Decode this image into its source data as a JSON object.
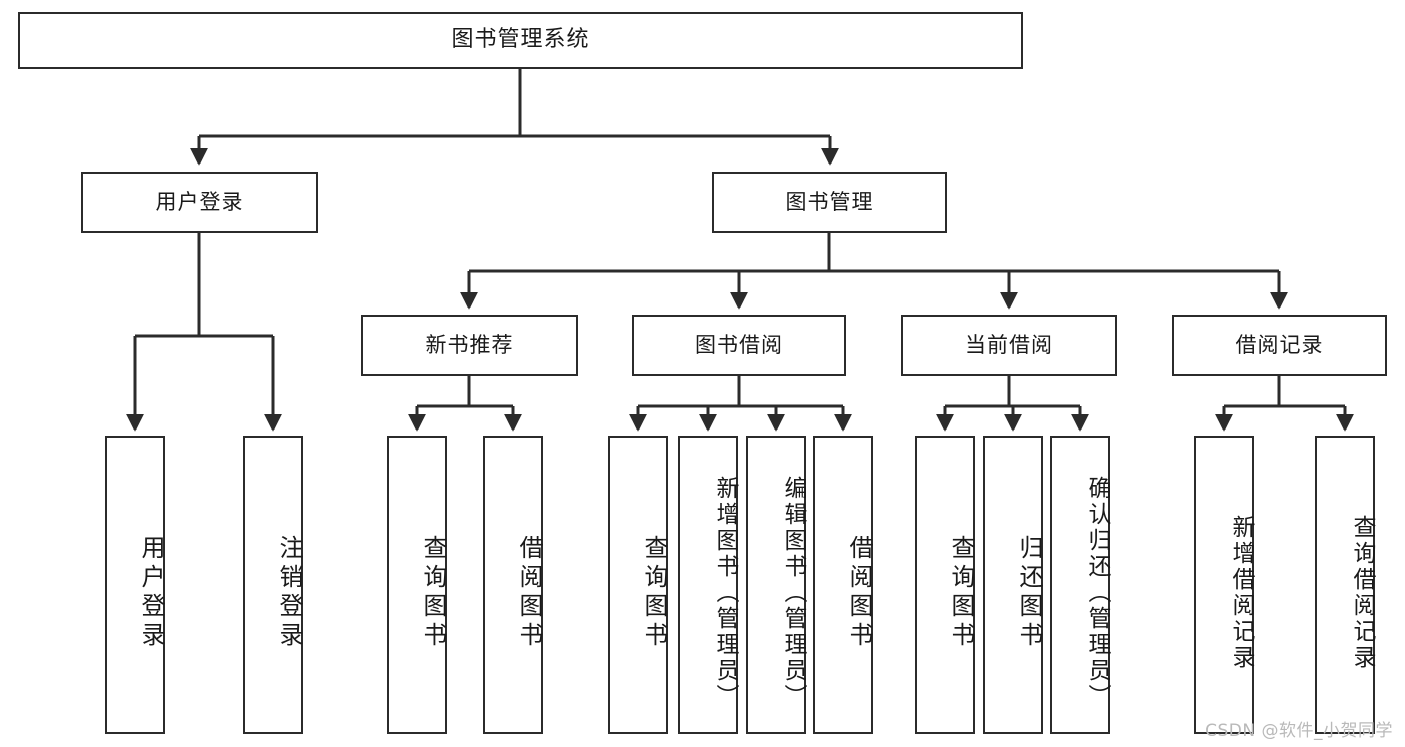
{
  "diagram": {
    "type": "tree",
    "title": "图书管理系统",
    "watermark": "CSDN @软件_小贺同学",
    "colors": {
      "background": "#ffffff",
      "box_border": "#2b2b2b",
      "box_fill": "#ffffff",
      "connector": "#2b2b2b",
      "text": "#1a1a1a",
      "watermark": "#b9b9b9"
    },
    "nodes": {
      "root": {
        "label": "图书管理系统",
        "orientation": "horizontal"
      },
      "level1": [
        {
          "id": "user-login",
          "label": "用户登录",
          "orientation": "horizontal"
        },
        {
          "id": "book-manage",
          "label": "图书管理",
          "orientation": "horizontal"
        }
      ],
      "level2": [
        {
          "id": "new-book-recommend",
          "label": "新书推荐",
          "orientation": "horizontal"
        },
        {
          "id": "book-borrow",
          "label": "图书借阅",
          "orientation": "horizontal"
        },
        {
          "id": "current-borrow",
          "label": "当前借阅",
          "orientation": "horizontal"
        },
        {
          "id": "borrow-record",
          "label": "借阅记录",
          "orientation": "horizontal"
        }
      ],
      "leaves": {
        "user_login": [
          {
            "id": "leaf-user-login",
            "label": "用户登录",
            "orientation": "vertical"
          },
          {
            "id": "leaf-logout",
            "label": "注销登录",
            "orientation": "vertical"
          }
        ],
        "new_book_recommend": [
          {
            "id": "leaf-query-book-1",
            "label": "查询图书",
            "orientation": "vertical"
          },
          {
            "id": "leaf-borrow-book-1",
            "label": "借阅图书",
            "orientation": "vertical"
          }
        ],
        "book_borrow": [
          {
            "id": "leaf-query-book-2",
            "label": "查询图书",
            "orientation": "vertical"
          },
          {
            "id": "leaf-add-book",
            "label": "新增图书（管理员）",
            "orientation": "vertical"
          },
          {
            "id": "leaf-edit-book",
            "label": "编辑图书（管理员）",
            "orientation": "vertical"
          },
          {
            "id": "leaf-borrow-book-2",
            "label": "借阅图书",
            "orientation": "vertical"
          }
        ],
        "current_borrow": [
          {
            "id": "leaf-query-book-3",
            "label": "查询图书",
            "orientation": "vertical"
          },
          {
            "id": "leaf-return-book",
            "label": "归还图书",
            "orientation": "vertical"
          },
          {
            "id": "leaf-confirm-return",
            "label": "确认归还（管理员）",
            "orientation": "vertical"
          }
        ],
        "borrow_record": [
          {
            "id": "leaf-add-record",
            "label": "新增借阅记录",
            "orientation": "vertical"
          },
          {
            "id": "leaf-query-record",
            "label": "查询借阅记录",
            "orientation": "vertical"
          }
        ]
      }
    },
    "edges": [
      {
        "from": "图书管理系统",
        "to": "用户登录"
      },
      {
        "from": "图书管理系统",
        "to": "图书管理"
      },
      {
        "from": "用户登录",
        "to": "用户登录"
      },
      {
        "from": "用户登录",
        "to": "注销登录"
      },
      {
        "from": "图书管理",
        "to": "新书推荐"
      },
      {
        "from": "图书管理",
        "to": "图书借阅"
      },
      {
        "from": "图书管理",
        "to": "当前借阅"
      },
      {
        "from": "图书管理",
        "to": "借阅记录"
      },
      {
        "from": "新书推荐",
        "to": "查询图书"
      },
      {
        "from": "新书推荐",
        "to": "借阅图书"
      },
      {
        "from": "图书借阅",
        "to": "查询图书"
      },
      {
        "from": "图书借阅",
        "to": "新增图书（管理员）"
      },
      {
        "from": "图书借阅",
        "to": "编辑图书（管理员）"
      },
      {
        "from": "图书借阅",
        "to": "借阅图书"
      },
      {
        "from": "当前借阅",
        "to": "查询图书"
      },
      {
        "from": "当前借阅",
        "to": "归还图书"
      },
      {
        "from": "当前借阅",
        "to": "确认归还（管理员）"
      },
      {
        "from": "借阅记录",
        "to": "新增借阅记录"
      },
      {
        "from": "借阅记录",
        "to": "查询借阅记录"
      }
    ]
  }
}
